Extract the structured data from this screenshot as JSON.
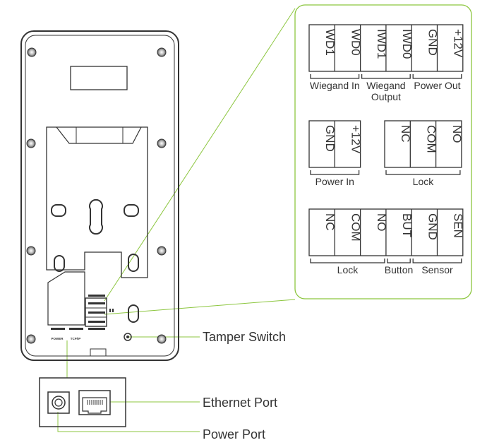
{
  "terminal_groups": [
    {
      "pins": [
        "WD1",
        "WD0",
        "IWD1",
        "IWD0",
        "GND",
        "+12V"
      ],
      "labels": [
        {
          "text": [
            "Wiegand In"
          ],
          "span": [
            0,
            2
          ]
        },
        {
          "text": [
            "Wiegand",
            "Output"
          ],
          "span": [
            2,
            4
          ]
        },
        {
          "text": [
            "Power Out"
          ],
          "span": [
            4,
            6
          ]
        }
      ]
    },
    {
      "pins": [
        "GND",
        "+12V"
      ],
      "labels": [
        {
          "text": [
            "Power In"
          ],
          "span": [
            0,
            2
          ]
        }
      ]
    },
    {
      "pins": [
        "NC",
        "COM",
        "NO"
      ],
      "labels": [
        {
          "text": [
            "Lock"
          ],
          "span": [
            0,
            3
          ]
        }
      ]
    },
    {
      "pins": [
        "NC",
        "COM",
        "NO",
        "BUT",
        "GND",
        "SEN"
      ],
      "labels": [
        {
          "text": [
            "Lock"
          ],
          "span": [
            0,
            3
          ]
        },
        {
          "text": [
            "Button"
          ],
          "span": [
            3,
            4
          ]
        },
        {
          "text": [
            "Sensor"
          ],
          "span": [
            4,
            6
          ]
        }
      ]
    }
  ],
  "callouts": {
    "tamper_switch": "Tamper Switch",
    "ethernet_port": "Ethernet Port",
    "power_port": "Power Port"
  },
  "board_labels": {
    "power": "POWER",
    "tcpip": "TCP/IP"
  },
  "colors": {
    "outline": "#333333",
    "callout_line": "#8cc63f",
    "panel_border": "#8cc63f"
  }
}
